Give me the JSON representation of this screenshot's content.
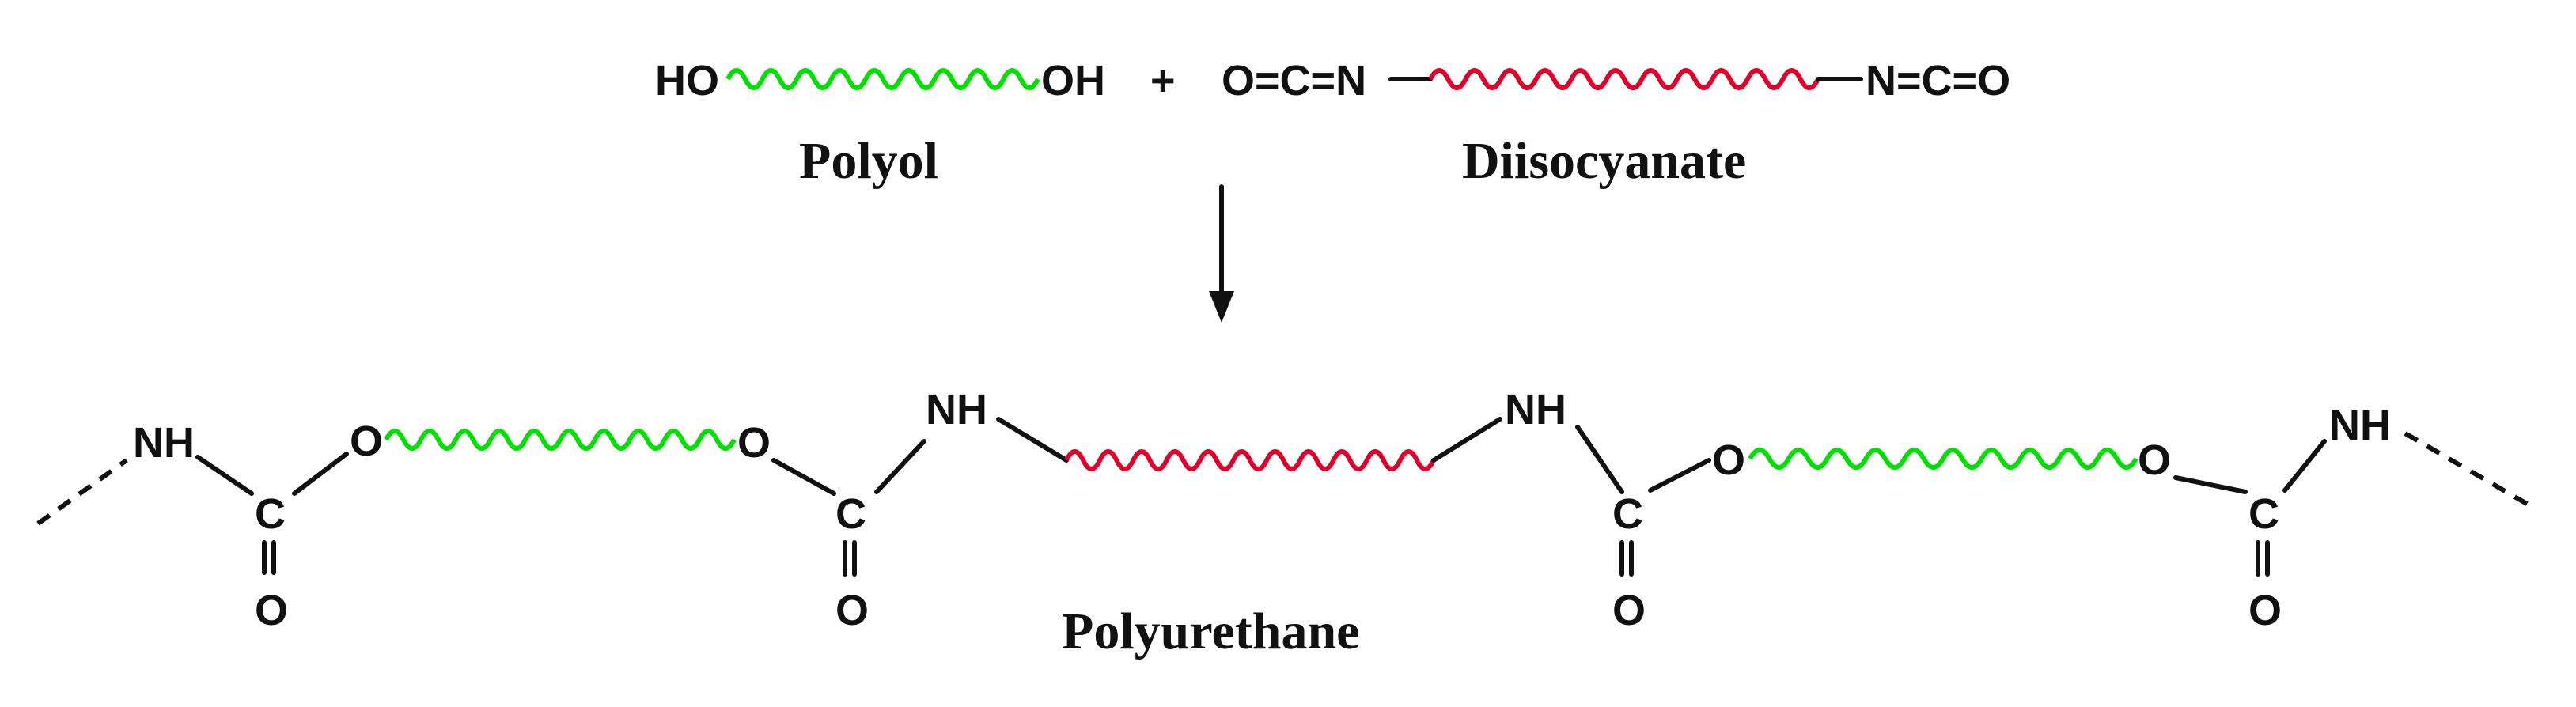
{
  "colors": {
    "polyol": "#00e000",
    "diisocyanate": "#e0002a",
    "ink": "#111111"
  },
  "reactants": {
    "polyol": {
      "left_group": "HO",
      "right_group": "OH",
      "name": "Polyol"
    },
    "plus": "+",
    "diisocyanate": {
      "left_group": "O=C=N",
      "right_group": "N=C=O",
      "name": "Diisocyanate"
    }
  },
  "product": {
    "name": "Polyurethane",
    "atoms": {
      "nh": "NH",
      "c": "C",
      "o": "O"
    }
  }
}
